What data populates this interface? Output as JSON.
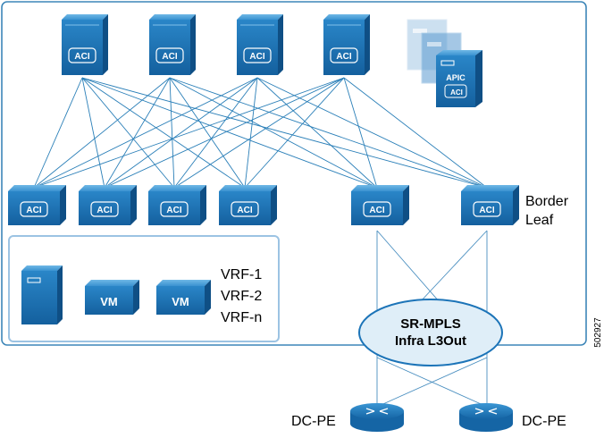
{
  "diagram": {
    "spines": [
      {
        "label": "ACI"
      },
      {
        "label": "ACI"
      },
      {
        "label": "ACI"
      },
      {
        "label": "ACI"
      }
    ],
    "apic_cluster": {
      "label": "APIC",
      "sub_label": "ACI"
    },
    "leaves": [
      {
        "label": "ACI"
      },
      {
        "label": "ACI"
      },
      {
        "label": "ACI"
      },
      {
        "label": "ACI"
      },
      {
        "label": "ACI"
      },
      {
        "label": "ACI"
      }
    ],
    "border_leaf_label_line1": "Border",
    "border_leaf_label_line2": "Leaf",
    "tenant_box": {
      "vm_labels": [
        "VM",
        "VM"
      ],
      "vrfs": [
        "VRF-1",
        "VRF-2",
        "VRF-n"
      ]
    },
    "cloud": {
      "line1": "SR-MPLS",
      "line2": "Infra L3Out"
    },
    "pe_routers": [
      {
        "label": "DC-PE"
      },
      {
        "label": "DC-PE"
      }
    ],
    "figure_id": "502927",
    "colors": {
      "device_blue": "#1c74b8",
      "device_top": "#4da3dc",
      "link_blue": "#2a7fb8",
      "frame_blue": "#3d86b8",
      "cloud_fill": "#dfeef8",
      "text": "#000000"
    }
  }
}
